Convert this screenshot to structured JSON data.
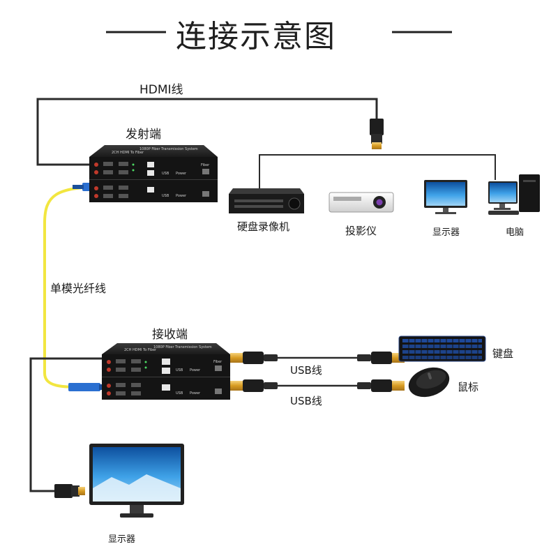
{
  "title": "连接示意图",
  "labels": {
    "hdmi_cable": "HDMI线",
    "transmitter": "发射端",
    "receiver": "接收端",
    "fiber_cable": "单模光纤线",
    "usb_cable_1": "USB线",
    "usb_cable_2": "USB线",
    "keyboard": "键盘",
    "mouse": "鼠标",
    "monitor_receiver": "显示器"
  },
  "sources": [
    {
      "id": "dvr",
      "label": "硬盘录像机"
    },
    {
      "id": "projector",
      "label": "投影仪"
    },
    {
      "id": "monitor",
      "label": "显示器"
    },
    {
      "id": "computer",
      "label": "电脑"
    }
  ],
  "device_panel": {
    "model": "2CH HDMI To Fiber",
    "subtitle": "1080P Fiber Transmission System",
    "fiber_label": "Fiber"
  },
  "colors": {
    "cable_dark": "#2b2b2b",
    "fiber_yellow": "#f2e640",
    "fiber_connector": "#2a6fd1",
    "usb_gold": "#d9a52a",
    "screen_blue": "#1f7fd0"
  }
}
